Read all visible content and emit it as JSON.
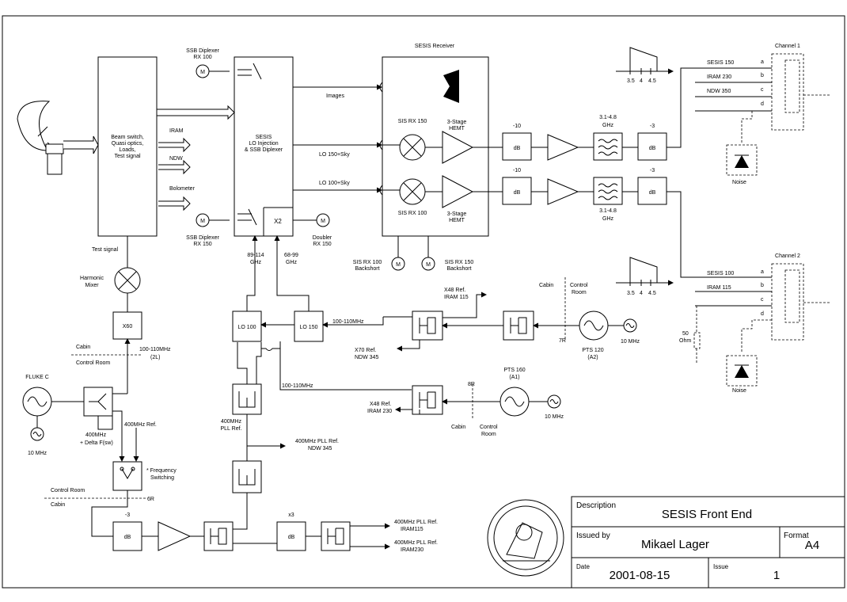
{
  "title_block": {
    "description_label": "Description",
    "description": "SESIS Front End",
    "issued_by_label": "Issued by",
    "issued_by": "Mikael Lager",
    "format_label": "Format",
    "format": "A4",
    "date_label": "Date",
    "date": "2001-08-15",
    "issue_label": "Issue",
    "issue": "1"
  },
  "labels": {
    "ssb_dip_100": [
      "SSB Diplexer",
      "RX 100"
    ],
    "ssb_dip_150": [
      "SSB Diplexer",
      "RX 150"
    ],
    "doubler": [
      "Doubler",
      "RX 150"
    ],
    "sesis_receiver": "SESIS Receiver",
    "beam": [
      "Beam switch,",
      "Quasi optics,",
      "Loads,",
      "Test signal"
    ],
    "iram": "IRAM",
    "ndw": "NDW",
    "bolometer": "Bolometer",
    "sesis_center": [
      "SESIS",
      "LO Injection",
      "& SSB Diplexer"
    ],
    "x2": "X2",
    "images": "Images",
    "lo150_sky": "LO 150+Sky",
    "lo100_sky": "LO 100+Sky",
    "sis_rx150": "SIS RX 150",
    "sis_rx100": "SIS RX 100",
    "hemt_top": [
      "3-Stage",
      "HEMT"
    ],
    "hemt_bot": [
      "3-Stage",
      "HEMT"
    ],
    "backshort100": [
      "SIS RX 100",
      "Backshort"
    ],
    "backshort150": [
      "SIS RX 150",
      "Backshort"
    ],
    "m": "M",
    "att_minus10": "-10",
    "att_minus3": "-3",
    "att_minus3b": "-3",
    "db": "dB",
    "filter_freq": [
      "3.1-4.8",
      "GHz"
    ],
    "axis_ticks": [
      "3.5",
      "4",
      "4.5"
    ],
    "channel1": "Channel 1",
    "channel2": "Channel 2",
    "ch1_lines": [
      "SESIS 150",
      "IRAM 230",
      "NDW 350"
    ],
    "ch2_lines": [
      "SESIS 100",
      "IRAM 115"
    ],
    "ports": [
      "a",
      "b",
      "c",
      "d"
    ],
    "noise": "Noise",
    "ohm": [
      "50",
      "Ohm"
    ],
    "test_signal": "Test signal",
    "harmonic_mixer": [
      "Harmonic",
      "Mixer"
    ],
    "x60": "X60",
    "freq_2l": [
      "100-110MHz",
      "(2L)"
    ],
    "cabin": "Cabin",
    "control_room": "Control Room",
    "fluke": "FLUKE C",
    "ten_mhz": "10 MHz",
    "ref_400": "400MHz Ref.",
    "delta_f": [
      "400MHz",
      "+ Delta F(sw)"
    ],
    "freq_switch": [
      "* Frequency",
      "Switching"
    ],
    "ghz_89": [
      "89-114",
      "GHz"
    ],
    "ghz_68": [
      "68-99",
      "GHz"
    ],
    "lo100": "LO 100",
    "lo150": "LO 150",
    "mhz_100_110": "100-110MHz",
    "pll_400": [
      "400MHz",
      "PLL Ref."
    ],
    "pll_ndw": [
      "400MHz PLL Ref.",
      "NDW 345"
    ],
    "pll_iram115": [
      "400MHz PLL Ref.",
      "IRAM115"
    ],
    "pll_iram230": [
      "400MHz PLL Ref.",
      "IRAM230"
    ],
    "x48_115": [
      "X48 Ref.",
      "IRAM 115"
    ],
    "x70_ndw": [
      "X70 Ref.",
      "NDW 345"
    ],
    "x48_230": [
      "X48 Ref.",
      "IRAM 230"
    ],
    "cabin_ctrl": [
      "Cabin",
      "Control",
      "Room"
    ],
    "pts120": [
      "PTS 120",
      "(A2)"
    ],
    "pts160": [
      "PTS 160",
      "(A1)"
    ],
    "ten_mhz2": "10 MHz",
    "seven_r": "7R",
    "eight_r": "8R",
    "six_r": "6R",
    "x3": "x3",
    "minus3c": "-3"
  }
}
